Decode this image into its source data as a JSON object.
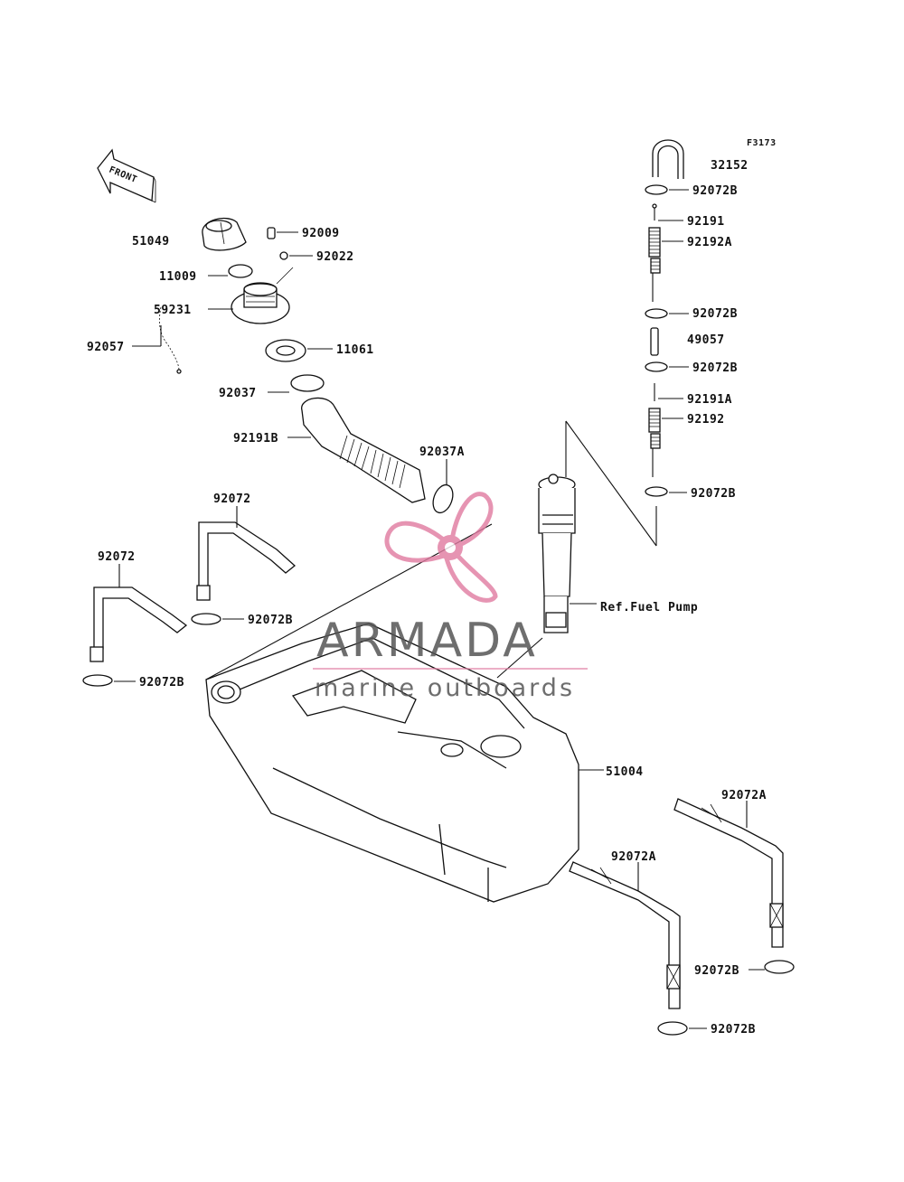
{
  "figure_code": "F3173",
  "front_arrow_label": "FRONT",
  "reference_label": "Ref.Fuel Pump",
  "watermark": {
    "title": "ARMADA",
    "subtitle": "marine outboards",
    "logo_color": "#e07aa0",
    "text_color": "#555555"
  },
  "part_labels": {
    "p32152": "32152",
    "p92072B_1": "92072B",
    "p92191": "92191",
    "p92192A": "92192A",
    "p92072B_2": "92072B",
    "p49057": "49057",
    "p92072B_3": "92072B",
    "p92191A": "92191A",
    "p92192": "92192",
    "p92072B_4": "92072B",
    "p51049": "51049",
    "p92009": "92009",
    "p92022": "92022",
    "p11009": "11009",
    "p59231": "59231",
    "p92057": "92057",
    "p11061": "11061",
    "p92037": "92037",
    "p92191B": "92191B",
    "p92037A": "92037A",
    "p92072_1": "92072",
    "p92072_2": "92072",
    "p92072B_5": "92072B",
    "p92072B_6": "92072B",
    "p51004": "51004",
    "p92072A_1": "92072A",
    "p92072A_2": "92072A",
    "p92072B_7": "92072B",
    "p92072B_8": "92072B"
  },
  "icons": [
    "front-arrow-icon",
    "armada-propeller-logo-icon"
  ]
}
